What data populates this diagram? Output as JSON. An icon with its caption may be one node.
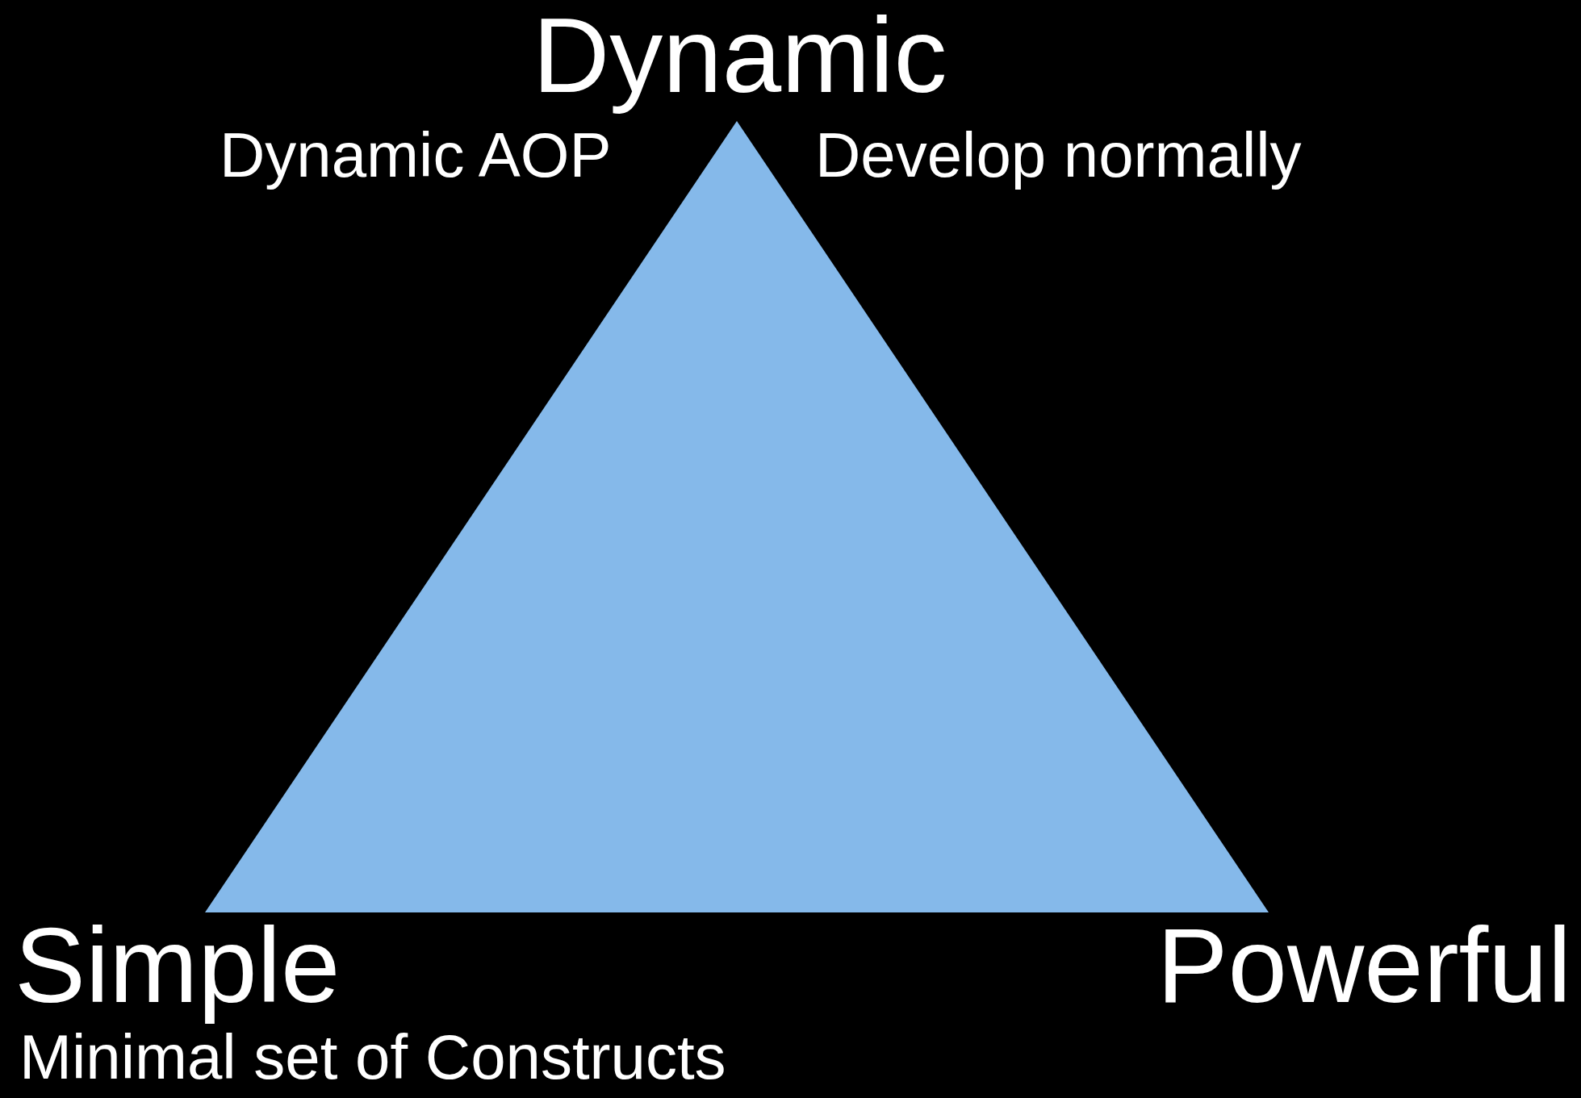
{
  "diagram": {
    "labels": [
      "Dynamic",
      "Dynamic AOP",
      "Develop normally",
      "Simple",
      "Powerful",
      "Minimal set of Constructs"
    ]
  }
}
